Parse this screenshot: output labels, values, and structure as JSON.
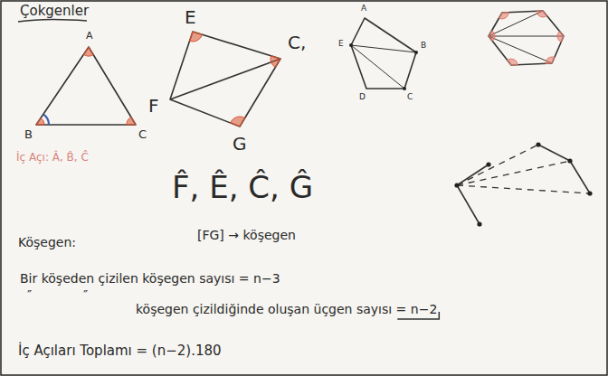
{
  "diagram": {
    "title": "Çokgenler",
    "labels": [
      "A",
      "B",
      "C",
      "İç Açı: Â, B̂, Ĉ",
      "E",
      "C,",
      "F",
      "G",
      "F̂, Ê, Ĉ, Ĝ",
      "A",
      "B",
      "E",
      "D",
      "C",
      "Köşegen:",
      "[FG] → köşegen",
      "Bir köşeden çizilen köşegen sayısı = n−3",
      "″",
      "″",
      "köşegen çizildiğinde oluşan üçgen sayısı = n−2",
      "İç Açıları Toplamı = (n−2).180"
    ]
  }
}
